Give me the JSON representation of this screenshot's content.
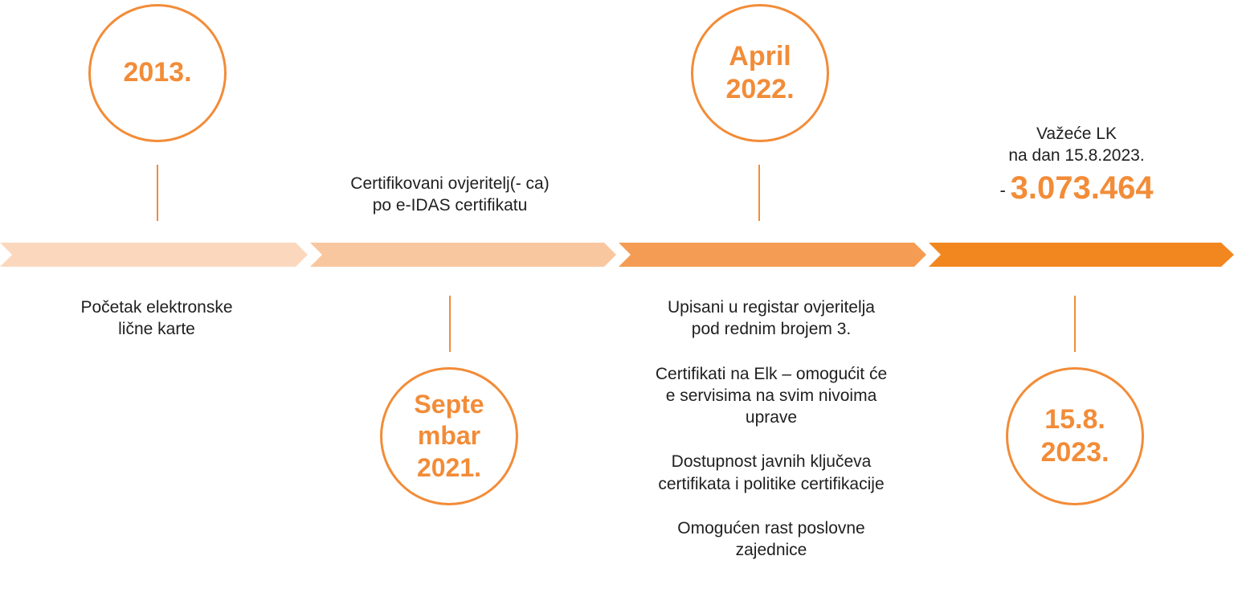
{
  "colors": {
    "accent": "#f28c38",
    "segment_1": "#fbd8bd",
    "segment_2": "#f8c7a0",
    "segment_3": "#f59c54",
    "segment_4": "#f2871f",
    "text": "#1f1f1f"
  },
  "milestones": [
    {
      "date_lines": [
        "2013."
      ],
      "description_lines": [
        "Početak elektronske",
        "lične karte"
      ]
    },
    {
      "date_lines": [
        "Septe",
        "mbar",
        "2021."
      ],
      "description_lines": [
        "Certifikovani ovjeritelj(- ca)",
        "po e-IDAS certifikatu"
      ]
    },
    {
      "date_lines": [
        "April",
        "2022."
      ],
      "description_paragraphs": [
        [
          "Upisani u registar ovjeritelja",
          "pod rednim brojem 3."
        ],
        [
          "Certifikati na Elk – omogućit će",
          "e servisima na svim nivoima",
          "uprave"
        ],
        [
          "Dostupnost javnih ključeva",
          "certifikata i politike certifikacije"
        ],
        [
          "Omogućen rast poslovne",
          "zajednice"
        ]
      ]
    },
    {
      "date_lines": [
        "15.8.",
        "2023."
      ],
      "description_lines": [
        "Važeće LK",
        "na dan 15.8.2023."
      ],
      "stat_prefix": "-",
      "stat_value": "3.073.464"
    }
  ]
}
